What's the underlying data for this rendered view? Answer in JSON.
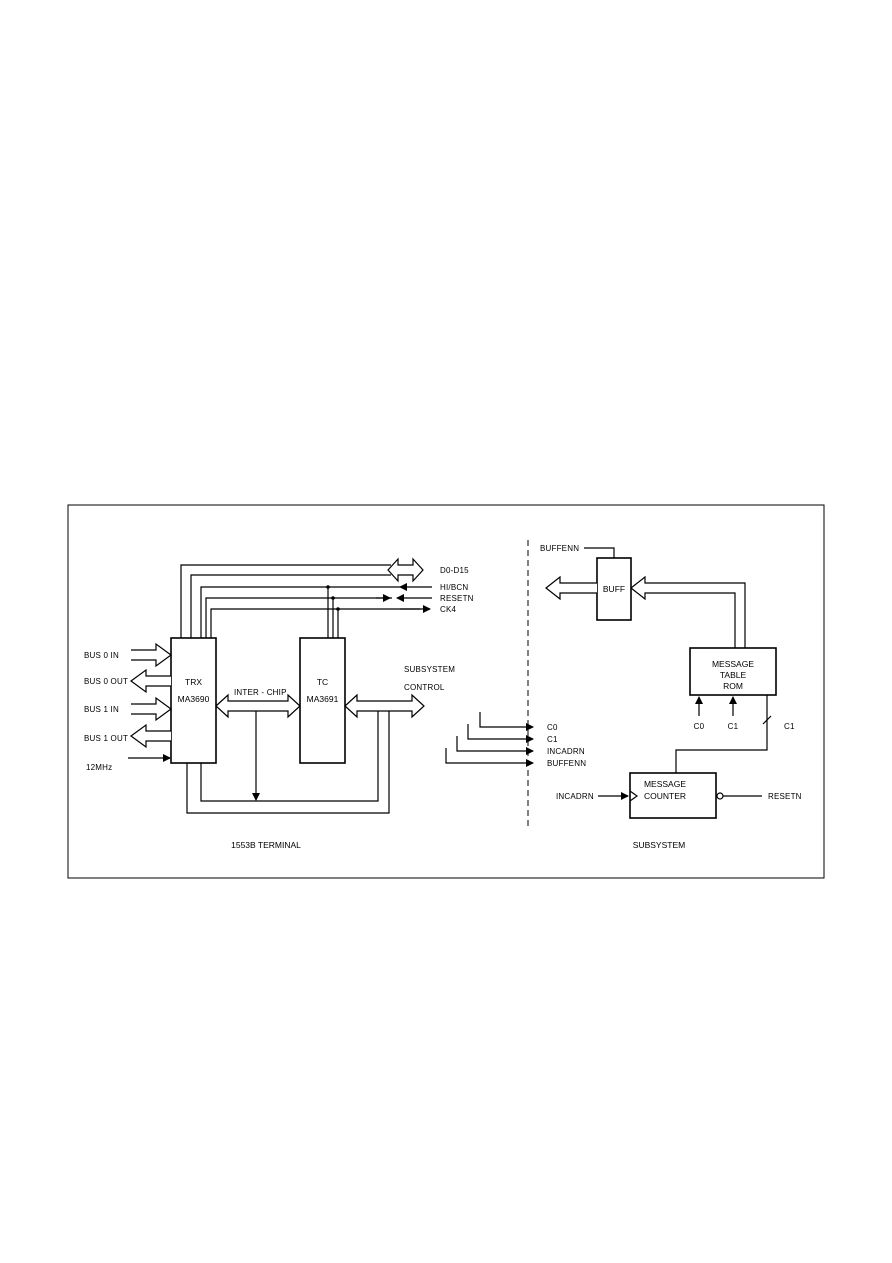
{
  "blocks": {
    "trx": {
      "name": "TRX",
      "part": "MA3690"
    },
    "tc": {
      "name": "TC",
      "part": "MA3691"
    },
    "buff": {
      "name": "BUFF"
    },
    "rom": {
      "line1": "MESSAGE",
      "line2": "TABLE",
      "line3": "ROM"
    },
    "counter": {
      "line1": "MESSAGE",
      "line2": "COUNTER"
    }
  },
  "labels": {
    "d0_d15": "D0-D15",
    "hi_bcn": "HI/BCN",
    "resetn_top": "RESETN",
    "ck4": "CK4",
    "bus0_in": "BUS 0 IN",
    "bus0_out": "BUS 0 OUT",
    "bus1_in": "BUS 1 IN",
    "bus1_out": "BUS 1 OUT",
    "clk_12mhz": "12MHz",
    "inter_chip": "INTER - CHIP",
    "subsystem_control_1": "SUBSYSTEM",
    "subsystem_control_2": "CONTROL",
    "c0_out": "C0",
    "c1_out": "C1",
    "incadrn_out": "INCADRN",
    "buffenn_out": "BUFFENN",
    "buffenn_in": "BUFFENN",
    "rom_c0": "C0",
    "rom_c1": "C1",
    "c1_right": "C1",
    "incadrn_in": "INCADRN",
    "resetn_in": "RESETN"
  },
  "captions": {
    "left": "1553B TERMINAL",
    "right": "SUBSYSTEM"
  }
}
